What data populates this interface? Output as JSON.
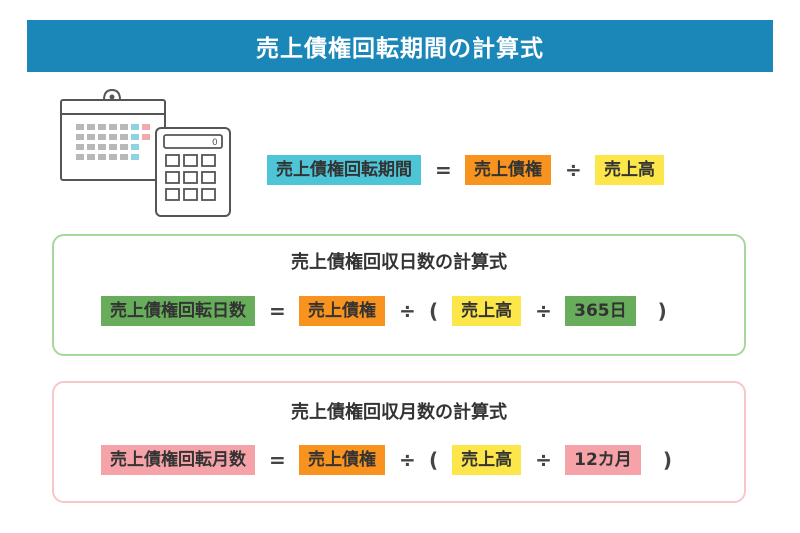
{
  "title": "売上債権回転期間の計算式",
  "colors": {
    "banner": "#1b87b9",
    "cyan_tag": "#4ec5d6",
    "orange_tag": "#f7931e",
    "yellow_tag": "#fce64a",
    "green_tag": "#67ad5b",
    "pink_tag": "#f5a3a8",
    "green_border": "#a6d79b",
    "pink_border": "#f6c7c9"
  },
  "formula_period": {
    "result": "売上債権回転期間",
    "equals": "=",
    "term1": "売上債権",
    "divide": "÷",
    "term2": "売上高"
  },
  "days": {
    "title": "売上債権回収日数の計算式",
    "result": "売上債権回転日数",
    "equals": "=",
    "term1": "売上債権",
    "divide1": "÷",
    "open_paren": "(",
    "term2": "売上高",
    "divide2": "÷",
    "term3": "365日",
    "close_paren": ")"
  },
  "months": {
    "title": "売上債権回収月数の計算式",
    "result": "売上債権回転月数",
    "equals": "=",
    "term1": "売上債権",
    "divide1": "÷",
    "open_paren": "(",
    "term2": "売上高",
    "divide2": "÷",
    "term3": "12カ月",
    "close_paren": ")"
  },
  "icons": [
    "calendar-icon",
    "calculator-icon"
  ]
}
